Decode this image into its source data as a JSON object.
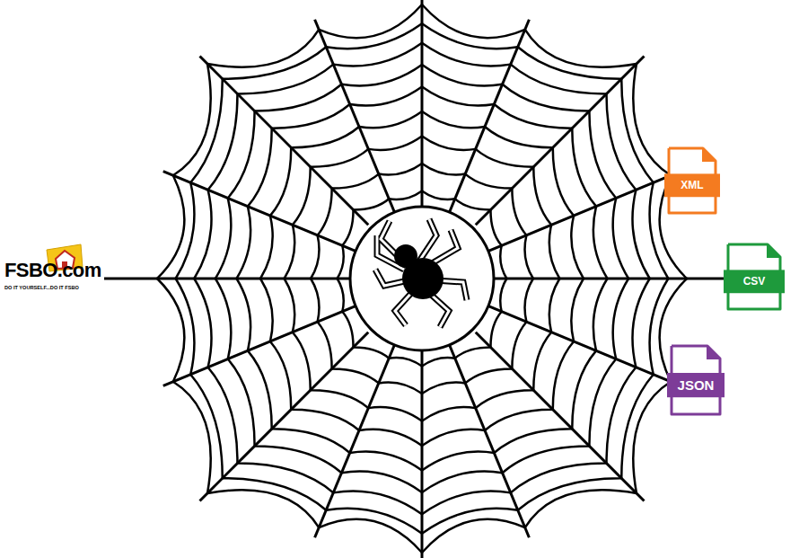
{
  "diagram": {
    "nodes": [
      {
        "text": [
          "XML"
        ]
      },
      {
        "text": [
          "CSV"
        ]
      },
      {
        "text": [
          "JSON"
        ]
      }
    ],
    "labels": [
      "FSBO.com",
      "DO IT YOURSELF...DO IT FSBO"
    ]
  }
}
